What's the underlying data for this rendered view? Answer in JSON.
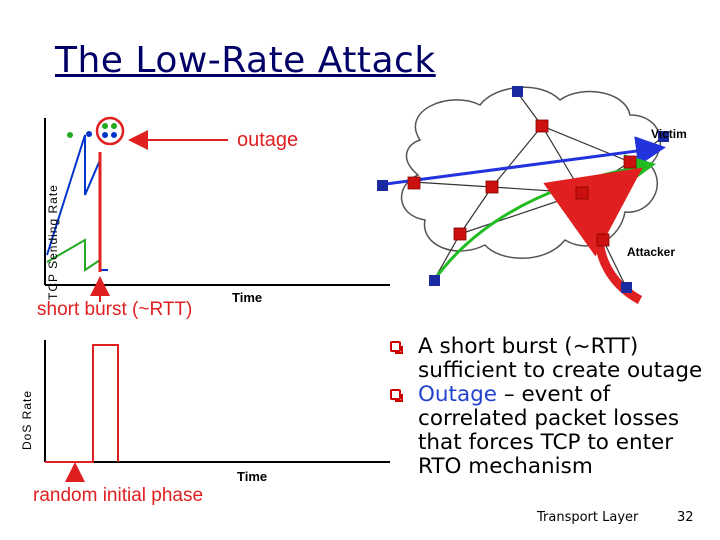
{
  "slide": {
    "title": "The Low-Rate Attack",
    "footer": {
      "text": "Transport Layer",
      "page": "32"
    }
  },
  "top_diagram": {
    "outage_label": "outage",
    "x_label": "Time",
    "y_label": "TCP Sending Rate",
    "burst_label": "short burst (~RTT)"
  },
  "bottom_diagram": {
    "x_label": "Time",
    "y_label": "DoS Rate",
    "phase_label": "random initial phase"
  },
  "network": {
    "victim_label": "Victim",
    "attacker_label": "Attacker"
  },
  "bullets": {
    "b1": "A short burst (~RTT) sufficient to create outage",
    "b2_word": "Outage",
    "b2_rest": " – event of correlated packet losses that forces TCP to enter RTO mechanism"
  },
  "colors": {
    "title": "#000066",
    "tcp_line": "#0033cc",
    "green": "#22aa22",
    "red": "#e02020",
    "node_blue": "#1a2aa0",
    "node_red": "#cc1010"
  }
}
